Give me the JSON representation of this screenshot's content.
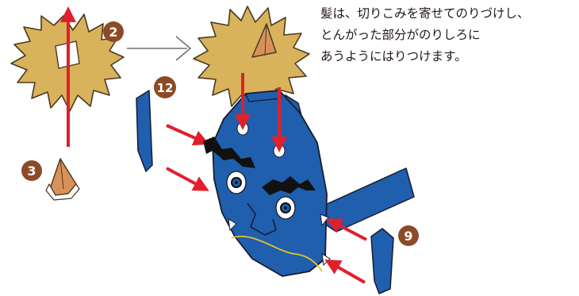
{
  "instruction": {
    "lines": [
      "髪は、切りこみを寄せてのりづけし、",
      "とんがった部分がのりしろに",
      "あうようにはりつけます。"
    ]
  },
  "badges": {
    "hair": "2",
    "horn": "3",
    "side_panel": "12",
    "wing": "9"
  },
  "colors": {
    "hair": "#d9b25c",
    "hair_outline": "#4a3a1e",
    "horn": "#d9915a",
    "mask_blue": "#1f5fae",
    "mask_outline": "#1a1a2e",
    "arrow_red": "#e0202c",
    "badge_brown": "#8c4a26",
    "eyebrow": "#111111"
  },
  "icons": {
    "step_arrow": "open-arrow-right-icon",
    "insert_arrow": "red-arrow-icon"
  }
}
